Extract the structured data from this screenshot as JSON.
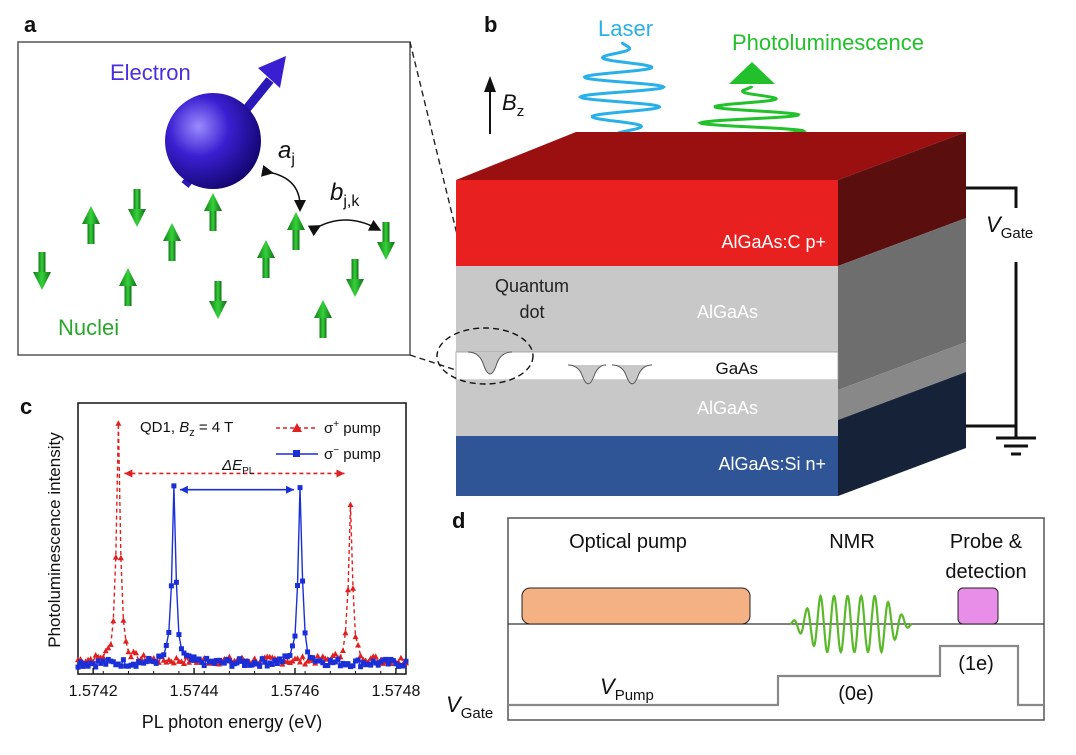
{
  "panels": {
    "a": {
      "letter": "a",
      "electron_label": "Electron",
      "nuclei_label": "Nuclei",
      "coupling_a_main": "a",
      "coupling_a_sub": "j",
      "coupling_b_main": "b",
      "coupling_b_sub": "j,k",
      "colors": {
        "electron": "#3a1fd0",
        "nuclei": "#22b02a",
        "electron_label": "#4a2fe0",
        "nuclei_label": "#2aa62a"
      }
    },
    "b": {
      "letter": "b",
      "laser_label": "Laser",
      "pl_label": "Photoluminescence",
      "field_main": "B",
      "field_sub": "z",
      "layers": [
        "AlGaAs:C p+",
        "AlGaAs",
        "GaAs",
        "AlGaAs",
        "AlGaAs:Si n+"
      ],
      "qd_label_line1": "Quantum",
      "qd_label_line2": "dot",
      "gate_main": "V",
      "gate_sub": "Gate",
      "colors": {
        "laser": "#2ab0e8",
        "pl": "#22c02a",
        "p_layer": "#e82020",
        "n_layer": "#2f5597",
        "algaas": "#c8c8c8"
      }
    },
    "c": {
      "letter": "c",
      "legend_title_pre": "QD1, ",
      "legend_title_B": "B",
      "legend_title_sub": "z",
      "legend_title_post": " = 4 T",
      "legend_sigma_plus": "σ",
      "legend_sigma_plus_sup": "+",
      "legend_sigma_minus_sup": "−",
      "legend_pump_word": " pump",
      "delta_label_main": "ΔE",
      "delta_label_sub": "PL"
    },
    "d": {
      "letter": "d",
      "optical_pump": "Optical pump",
      "nmr": "NMR",
      "probe_line1": "Probe &",
      "probe_line2": "detection",
      "v_pump_main": "V",
      "v_pump_sub": "Pump",
      "level_0e": "(0e)",
      "level_1e": "(1e)",
      "vgate_main": "V",
      "vgate_sub": "Gate",
      "colors": {
        "pump_box": "#f4b183",
        "probe_box": "#e88ee8",
        "nmr_wave": "#5ab82a"
      }
    }
  },
  "chart_data": {
    "type": "line",
    "xlabel": "PL photon energy (eV)",
    "ylabel": "Photoluminescence intensity",
    "xlim": [
      1.57417,
      1.57482
    ],
    "ylim": [
      0,
      1.0
    ],
    "x_ticks": [
      "1.5742",
      "1.5744",
      "1.5746",
      "1.5748"
    ],
    "x_tick_values": [
      1.5742,
      1.5744,
      1.5746,
      1.5748
    ],
    "series": [
      {
        "name": "σ+ pump",
        "color": "#e02020",
        "style": "dashed",
        "marker": "triangle",
        "peaks": [
          {
            "x": 1.57425,
            "y": 0.92,
            "width": 4.5e-06
          },
          {
            "x": 1.57471,
            "y": 0.62,
            "width": 4.5e-06
          }
        ],
        "baseline": 0.05
      },
      {
        "name": "σ− pump",
        "color": "#1a2fd8",
        "style": "solid",
        "marker": "square",
        "peaks": [
          {
            "x": 1.57436,
            "y": 0.68,
            "width": 4.5e-06
          },
          {
            "x": 1.57461,
            "y": 0.69,
            "width": 4.5e-06
          }
        ],
        "baseline": 0.04
      }
    ],
    "annotations": [
      {
        "type": "double-arrow",
        "series": "σ+ pump",
        "x1": 1.57425,
        "x2": 1.57471,
        "y": 0.74
      },
      {
        "type": "double-arrow",
        "series": "σ− pump",
        "x1": 1.57436,
        "x2": 1.57461,
        "y": 0.68
      }
    ],
    "legend": "top-center"
  }
}
